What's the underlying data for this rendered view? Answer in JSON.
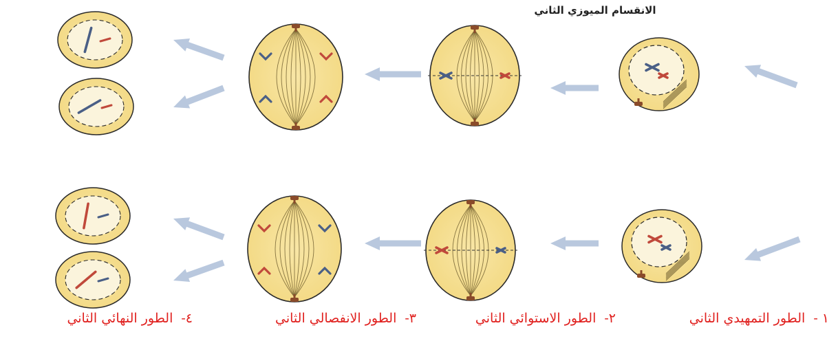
{
  "title": "الانقسام الميوزي الثاني",
  "colors": {
    "cell_fill": "#f3d983",
    "cell_edge": "#2a2a2a",
    "arrow": "#b9c8de",
    "chrom_blue": "#4a5f86",
    "chrom_red": "#c0493b",
    "centrosome": "#8a4b2a",
    "label": "#e0201e"
  },
  "stages": [
    {
      "number": "١ -",
      "name": "الطور التمهيدي الثاني"
    },
    {
      "number": "٢-",
      "name": "الطور الاستوائي الثاني"
    },
    {
      "number": "٣-",
      "name": "الطور الانفصالي الثاني"
    },
    {
      "number": "٤-",
      "name": "الطور النهائي الثاني"
    }
  ]
}
